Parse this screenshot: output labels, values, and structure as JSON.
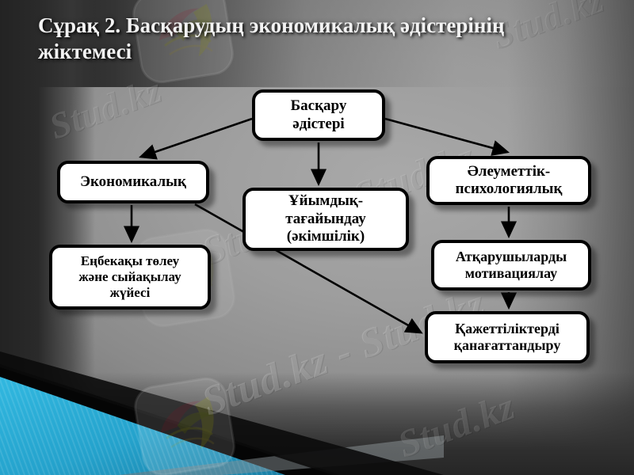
{
  "slide": {
    "title": "Сұрақ 2. Басқарудың экономикалық әдістерінің жіктемесі",
    "background_colors": {
      "dark": "#222222",
      "mid_gray": "#8e8e8e",
      "light_gray": "#a9a9a9",
      "ribbon_cyan": "#29abd4",
      "ribbon_cyan_dark": "#1b7fa3",
      "node_fill": "#ffffff",
      "node_border": "#000000",
      "title_color": "#f2f2f2"
    }
  },
  "diagram": {
    "type": "flowchart",
    "nodes": [
      {
        "id": "root",
        "label": "Басқару\nәдістері"
      },
      {
        "id": "econ",
        "label": "Экономикалық"
      },
      {
        "id": "org",
        "label": "Ұйымдық-\nтағайындау\n(әкімшілік)"
      },
      {
        "id": "socio",
        "label": "Әлеуметтік-\nпсихологиялық"
      },
      {
        "id": "wage",
        "label": "Еңбекақы төлеу\nжәне сыйақылау\nжүйесі"
      },
      {
        "id": "motiv",
        "label": "Атқарушыларды\nмотивациялау"
      },
      {
        "id": "needs",
        "label": "Қажеттіліктерді\nқанағаттандыру"
      }
    ],
    "edges": [
      {
        "from": "root",
        "to": "econ",
        "style": "arrow"
      },
      {
        "from": "root",
        "to": "org",
        "style": "arrow"
      },
      {
        "from": "root",
        "to": "socio",
        "style": "arrow"
      },
      {
        "from": "econ",
        "to": "wage",
        "style": "arrow"
      },
      {
        "from": "econ",
        "to": "needs",
        "style": "arrow"
      },
      {
        "from": "socio",
        "to": "motiv",
        "style": "arrow"
      },
      {
        "from": "motiv",
        "to": "needs",
        "style": "arrow"
      }
    ]
  },
  "watermarks": {
    "text_1": "Stud.kz",
    "text_2": "Stud.kz - Stud.kz",
    "text_3": "Stud.kz - Stud.kz",
    "text_4": "Stud.kz",
    "text_5": "Stud.kz",
    "logo_name": "bird-leaf-logo"
  }
}
